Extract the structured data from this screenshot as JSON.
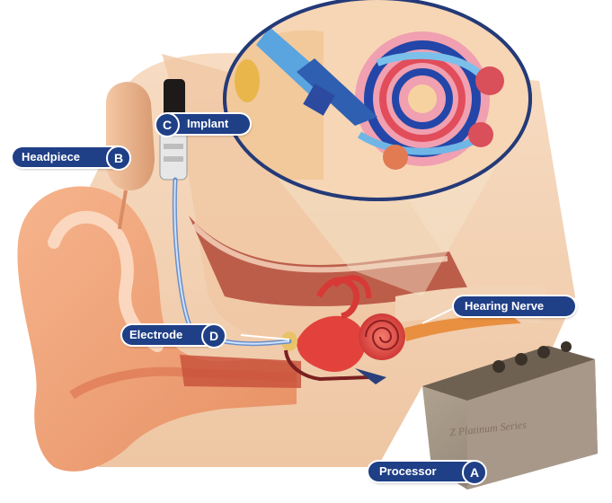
{
  "labels": {
    "headpiece": {
      "text": "Headpiece",
      "letter": "B"
    },
    "implant": {
      "text": "Implant",
      "letter": "C"
    },
    "electrode": {
      "text": "Electrode",
      "letter": "D"
    },
    "hearing_nerve": {
      "text": "Hearing Nerve"
    },
    "processor": {
      "text": "Processor",
      "letter": "A"
    }
  },
  "device_brand": "Z Platinum Series",
  "colors": {
    "label_fill": "#1f3f86",
    "skin": "#f2a77e",
    "inner_ear": "#e03a3a",
    "device": "#9a8b78"
  }
}
